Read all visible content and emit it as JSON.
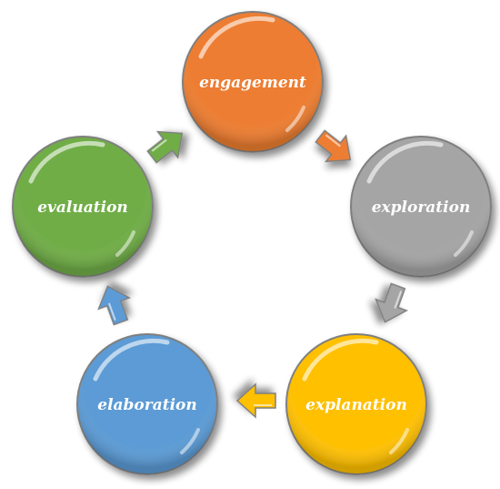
{
  "diagram": {
    "stages": [
      {
        "label": "engagement",
        "color": "#ED7D31"
      },
      {
        "label": "exploration",
        "color": "#A5A5A5"
      },
      {
        "label": "explanation",
        "color": "#FFC000"
      },
      {
        "label": "elaboration",
        "color": "#5B9BD5"
      },
      {
        "label": "evaluation",
        "color": "#70AD47"
      }
    ],
    "arrow_colors": [
      "#ED7D31",
      "#A5A5A5",
      "#FFC000",
      "#5B9BD5",
      "#70AD47"
    ],
    "outline_color": "#7F7F7F"
  }
}
